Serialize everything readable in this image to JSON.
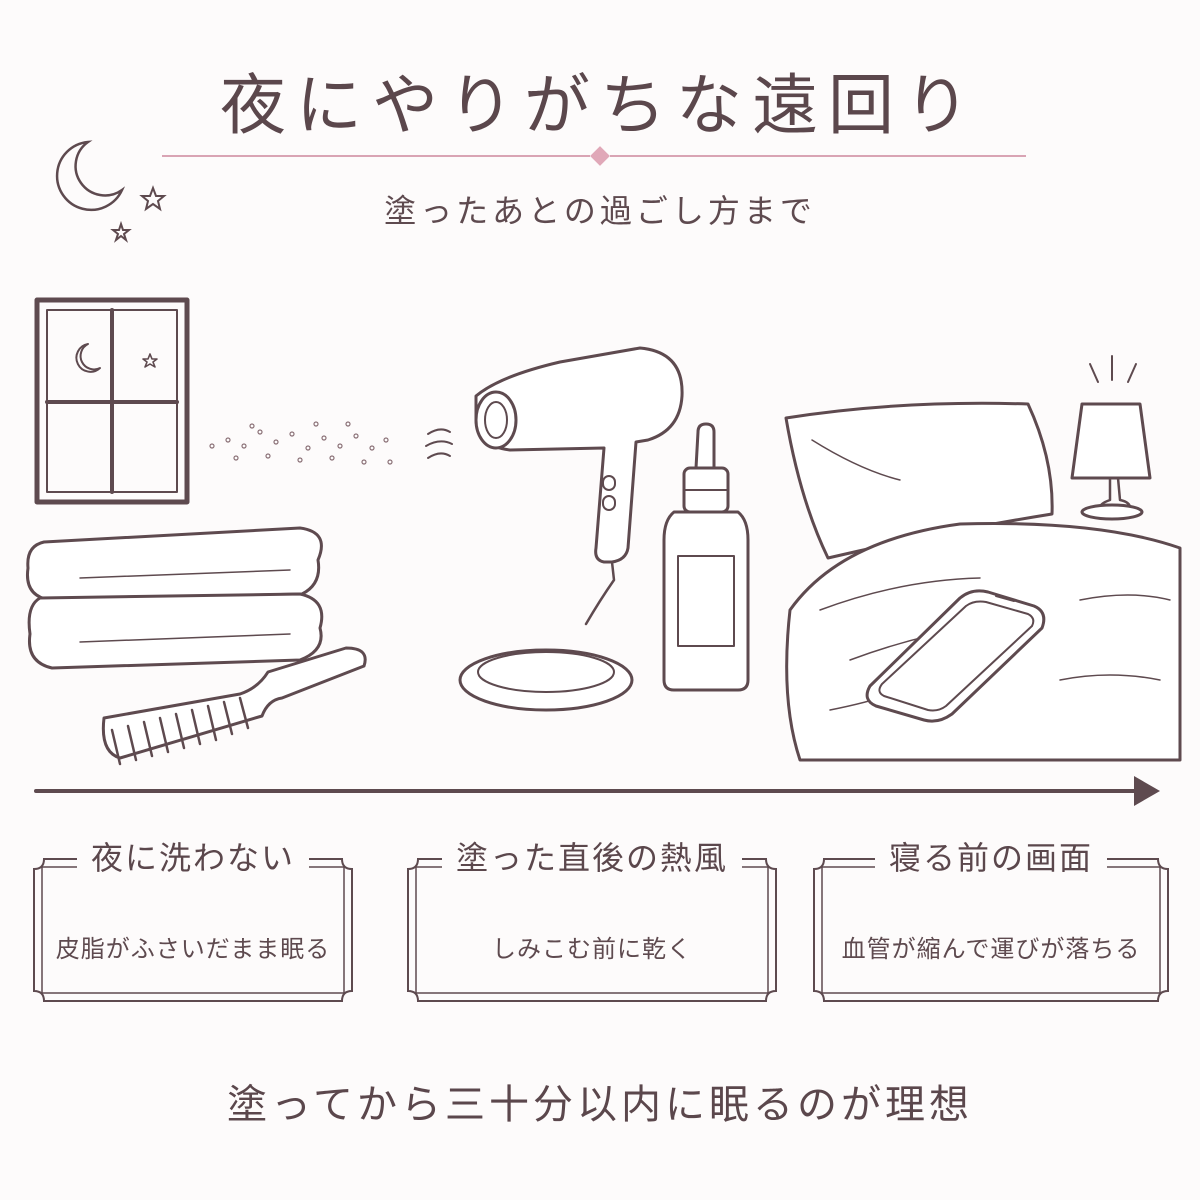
{
  "header": {
    "title": "夜にやりがちな遠回り",
    "subtitle": "塗ったあとの過ごし方まで"
  },
  "cards": [
    {
      "title": "夜に洗わない",
      "description": "皮脂がふさいだまま眠る"
    },
    {
      "title": "塗った直後の熱風",
      "description": "しみこむ前に乾く"
    },
    {
      "title": "寝る前の画面",
      "description": "血管が縮んで運びが落ちる"
    }
  ],
  "footer": {
    "text": "塗ってから三十分以内に眠るのが理想"
  },
  "colors": {
    "line": "#5e4a4f",
    "accent_pink": "#e0a8b8",
    "background": "#fdfbfb"
  },
  "icons": [
    "moon-icon",
    "star-icon",
    "window-icon",
    "towel-icon",
    "comb-icon",
    "hair-dryer-icon",
    "dish-icon",
    "serum-bottle-icon",
    "pillow-icon",
    "lamp-icon",
    "smartphone-icon",
    "arrow-icon"
  ]
}
